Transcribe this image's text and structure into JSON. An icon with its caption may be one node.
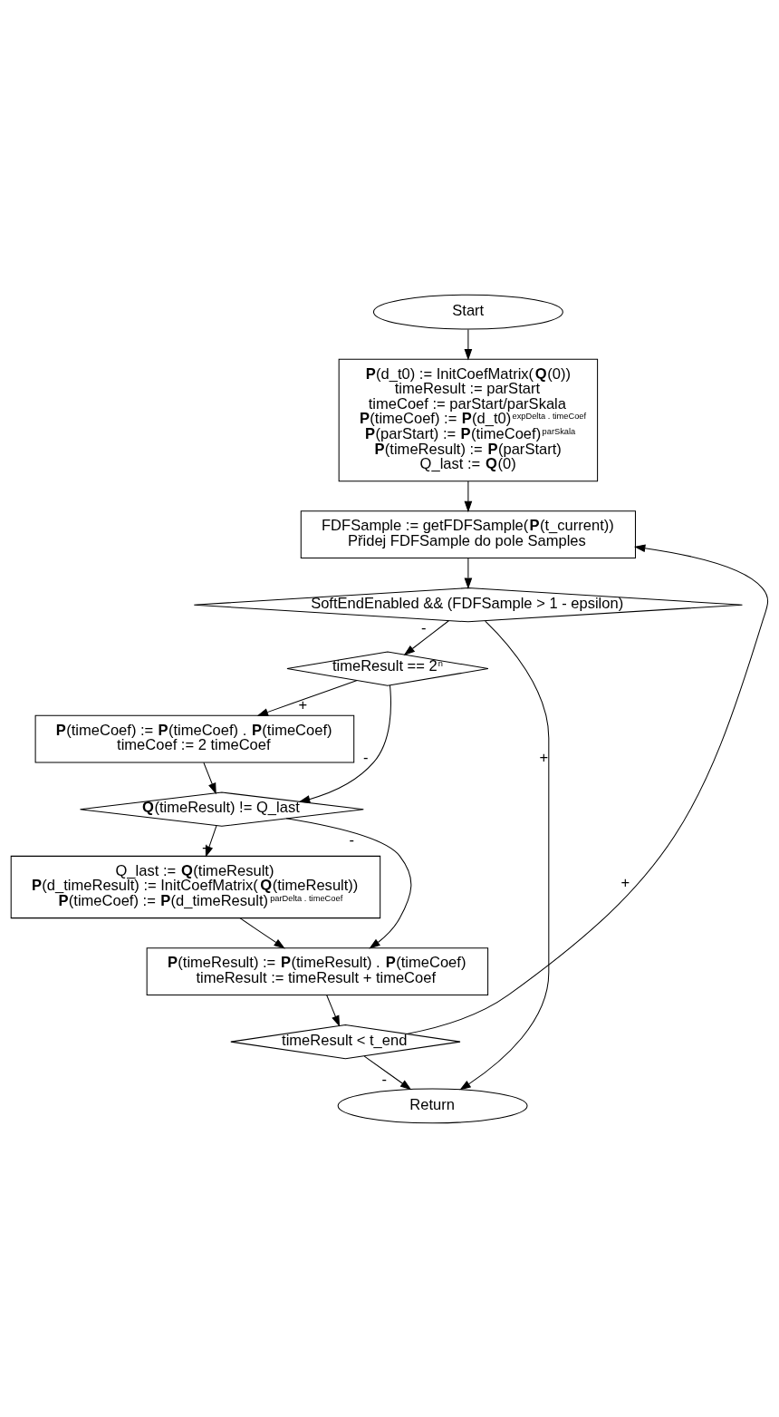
{
  "diagram": {
    "nodes": [
      {
        "text": [
          "Start"
        ]
      },
      {
        "text": [
          "**P**(d_t0) := InitCoefMatrix(**Q**(0))",
          "timeResult := parStart",
          "timeCoef := parStart/parSkala",
          "**P**(timeCoef) := **P**(d_t0)$^{expDelta . timeCoef}$",
          "**P**(parStart) := **P**(timeCoef)$^{parSkala}$",
          "**P**(timeResult) := **P**(parStart)",
          "Q_last := **Q**(0)"
        ]
      },
      {
        "text": [
          "FDFSample := getFDFSample(**P**(t_current))",
          "Přidej FDFSample do pole Samples"
        ]
      },
      {
        "text": [
          "SoftEndEnabled && (FDFSample > 1 - epsilon)"
        ]
      },
      {
        "text": [
          "timeResult == 2$^{n}$"
        ]
      },
      {
        "text": [
          "**P**(timeCoef) := **P**(timeCoef) . **P**(timeCoef)",
          "timeCoef := 2 timeCoef"
        ]
      },
      {
        "text": [
          "**Q**(timeResult) != Q_last"
        ]
      },
      {
        "text": [
          "Q_last := **Q**(timeResult)",
          "**P**(d_timeResult) := InitCoefMatrix(**Q**(timeResult))",
          "**P**(timeCoef) := **P**(d_timeResult)$^{parDelta . timeCoef}$"
        ]
      },
      {
        "text": [
          "**P**(timeResult) := **P**(timeResult) . **P**(timeCoef)",
          "timeResult := timeResult + timeCoef"
        ]
      },
      {
        "text": [
          "timeResult < t_end"
        ]
      },
      {
        "text": [
          "Return"
        ]
      }
    ],
    "edges": [
      {
        "from": 0,
        "to": 1,
        "arrow": "to"
      },
      {
        "from": 1,
        "to": 2,
        "arrow": "to"
      },
      {
        "from": 2,
        "to": 3,
        "arrow": "to"
      },
      {
        "from": 3,
        "to": 10,
        "arrow": "to",
        "label": "+"
      },
      {
        "from": 3,
        "to": 4,
        "arrow": "to",
        "label": "-"
      },
      {
        "from": 4,
        "to": 6,
        "arrow": "to",
        "label": "-"
      },
      {
        "from": 4,
        "to": 5,
        "arrow": "to",
        "label": "+"
      },
      {
        "from": 5,
        "to": 6,
        "arrow": "to"
      },
      {
        "from": 6,
        "to": 8,
        "arrow": "to",
        "label": "-"
      },
      {
        "from": 6,
        "to": 7,
        "arrow": "to",
        "label": "+"
      },
      {
        "from": 7,
        "to": 8,
        "arrow": "to"
      },
      {
        "from": 8,
        "to": 9,
        "arrow": "to"
      },
      {
        "from": 9,
        "to": 2,
        "arrow": "to",
        "label": "+"
      },
      {
        "from": 9,
        "to": 10,
        "arrow": "to",
        "label": "-"
      }
    ]
  }
}
